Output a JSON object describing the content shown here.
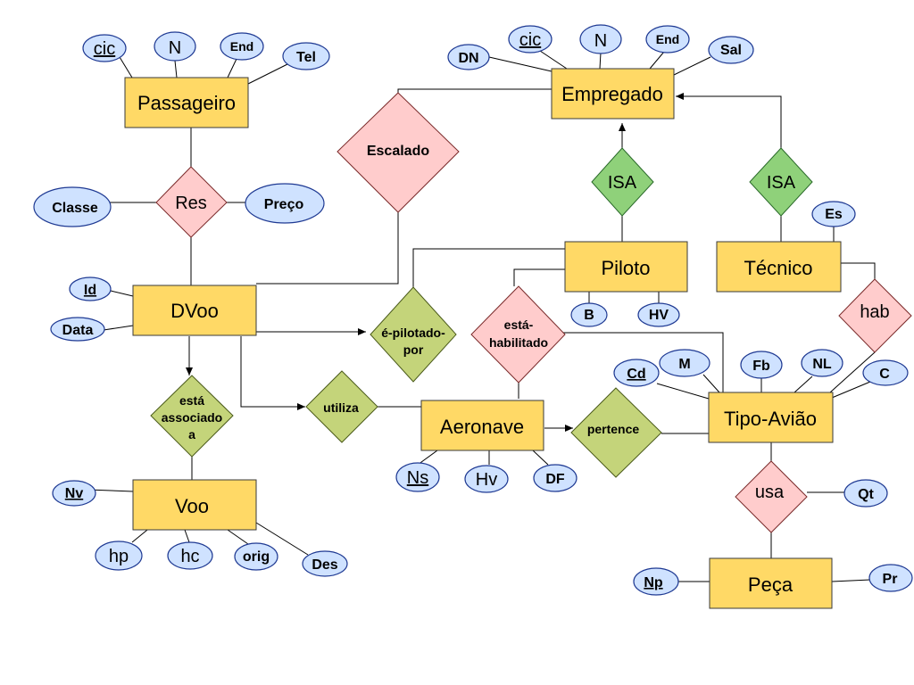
{
  "entities": {
    "passageiro": "Passageiro",
    "empregado": "Empregado",
    "dvoo": "DVoo",
    "voo": "Voo",
    "aeronave": "Aeronave",
    "piloto": "Piloto",
    "tecnico": "Técnico",
    "tipo_aviao": "Tipo-Avião",
    "peca": "Peça"
  },
  "relationships": {
    "res": "Res",
    "escalado": "Escalado",
    "isa_piloto": "ISA",
    "isa_tecnico": "ISA",
    "e_pilotado_por_1": "é-pilotado-",
    "e_pilotado_por_2": "por",
    "esta_habilitado_1": "está-",
    "esta_habilitado_2": "habilitado",
    "hab": "hab",
    "esta_associado_1": "está",
    "esta_associado_2": "associado",
    "esta_associado_3": "a",
    "utiliza": "utiliza",
    "pertence": "pertence",
    "usa": "usa"
  },
  "attributes": {
    "passageiro_cic": "cic",
    "passageiro_n": "N",
    "passageiro_end": "End",
    "passageiro_tel": "Tel",
    "res_classe": "Classe",
    "res_preco": "Preço",
    "dvoo_id": "Id",
    "dvoo_data": "Data",
    "voo_nv": "Nv",
    "voo_hp": "hp",
    "voo_hc": "hc",
    "voo_orig": "orig",
    "voo_des": "Des",
    "empregado_dn": "DN",
    "empregado_cic": "cic",
    "empregado_n": "N",
    "empregado_end": "End",
    "empregado_sal": "Sal",
    "tecnico_es": "Es",
    "piloto_b": "B",
    "piloto_hv": "HV",
    "aeronave_ns": "Ns",
    "aeronave_hv": "Hv",
    "aeronave_df": "DF",
    "tipo_cd": "Cd",
    "tipo_m": "M",
    "tipo_fb": "Fb",
    "tipo_nl": "NL",
    "tipo_c": "C",
    "usa_qt": "Qt",
    "peca_np": "Np",
    "peca_pr": "Pr"
  },
  "colors": {
    "entity_fill": "#ffd966",
    "attribute_fill": "#cfe2ff",
    "relationship_pink": "#ffcccc",
    "relationship_green": "#8fd17a",
    "relationship_olive": "#c4d47a"
  }
}
